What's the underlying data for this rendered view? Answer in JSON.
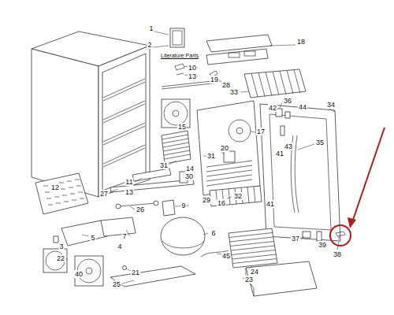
{
  "diagram": {
    "labels": [
      "1",
      "2",
      "Literature Parts",
      "10",
      "13",
      "18",
      "19",
      "28",
      "33",
      "36",
      "42",
      "44",
      "34",
      "15",
      "17",
      "35",
      "43",
      "20",
      "41",
      "31",
      "31",
      "14",
      "30",
      "11",
      "12",
      "13",
      "27",
      "32",
      "29",
      "16",
      "41",
      "9",
      "26",
      "6",
      "7",
      "5",
      "37",
      "39",
      "3",
      "4",
      "38",
      "45",
      "22",
      "24",
      "21",
      "40",
      "23",
      "25"
    ]
  }
}
